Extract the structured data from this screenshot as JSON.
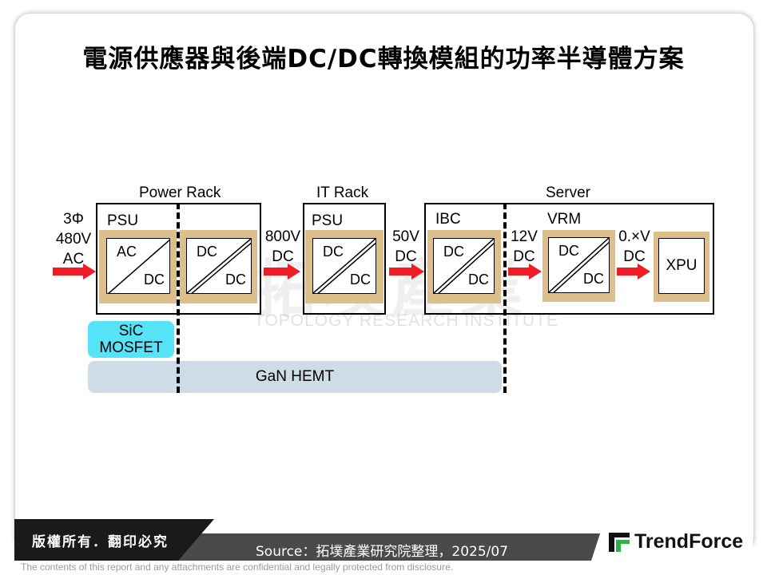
{
  "title": "電源供應器與後端DC/DC轉換模組的功率半導體方案",
  "groups": {
    "power_rack": "Power Rack",
    "it_rack": "IT Rack",
    "server": "Server"
  },
  "input": {
    "phase": "3Φ",
    "voltage": "480V",
    "type": "AC"
  },
  "psu1": {
    "label": "PSU",
    "acdc_top": "AC",
    "acdc_bottom": "DC",
    "dcdc_top": "DC",
    "dcdc_bottom": "DC"
  },
  "link1": {
    "voltage": "800V",
    "type": "DC"
  },
  "psu2": {
    "label": "PSU",
    "top": "DC",
    "bottom": "DC"
  },
  "link2": {
    "voltage": "50V",
    "type": "DC"
  },
  "ibc": {
    "label": "IBC",
    "top": "DC",
    "bottom": "DC"
  },
  "link3": {
    "voltage": "12V",
    "type": "DC"
  },
  "vrm": {
    "label": "VRM",
    "top": "DC",
    "bottom": "DC"
  },
  "link4": {
    "voltage": "0.×V",
    "type": "DC"
  },
  "xpu": {
    "label": "XPU"
  },
  "bands": {
    "sic_line1": "SiC",
    "sic_line2": "MOSFET",
    "gan": "GaN HEMT"
  },
  "watermark": {
    "cn": "拓墣產業",
    "en": "TOPOLOGY RESEARCH INSTITUTE"
  },
  "footer": {
    "copyright": "版權所有．翻印必究",
    "source": "Source：拓墣產業研究院整理，2025/07",
    "brand": "TrendForce",
    "disclaimer": "The contents of this report and any attachments are confidential and legally protected from disclosure."
  },
  "colors": {
    "arrow": "#ee1c24",
    "module": "#dcbf8a",
    "sic": "#55e3f7",
    "gan": "#cddce6"
  }
}
